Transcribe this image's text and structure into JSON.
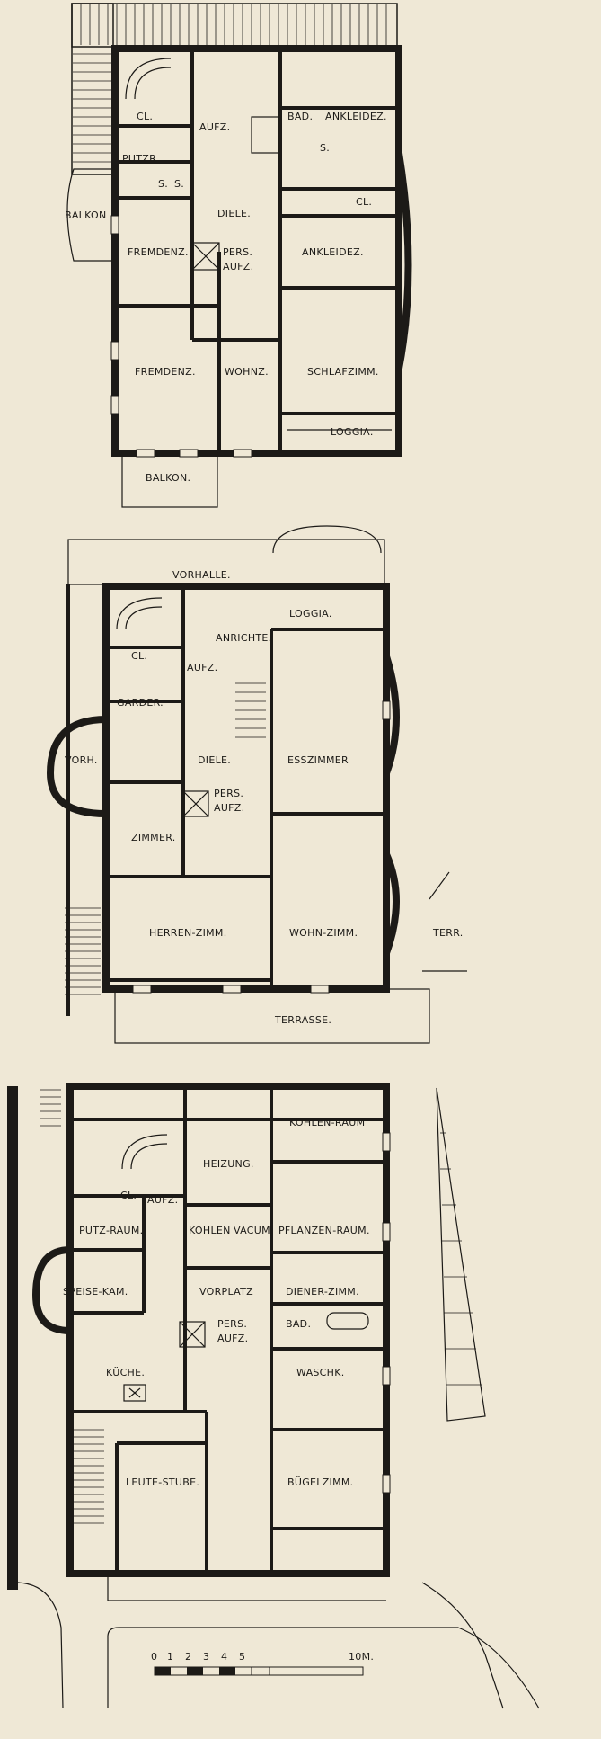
{
  "upper_floor": {
    "rooms": {
      "cl_1": "CL.",
      "aufz": "AUFZ.",
      "bad": "BAD.",
      "ankleidez_1": "ANKLEIDEZ.",
      "putzr": "PUTZR.",
      "s_1": "S.",
      "s_2": "S.",
      "s_3": "S.",
      "balkon_side": "BALKON",
      "diele": "DIELE.",
      "cl_2": "CL.",
      "fremdenz_1": "FREMDENZ.",
      "pers": "PERS.",
      "pers_aufz": "AUFZ.",
      "ankleidez_2": "ANKLEIDEZ.",
      "fremdenz_2": "FREMDENZ.",
      "wohnz": "WOHNZ.",
      "schlafzimm": "SCHLAFZIMM.",
      "loggia": "LOGGIA.",
      "balkon": "BALKON."
    }
  },
  "ground_floor": {
    "rooms": {
      "vorhalle": "VORHALLE.",
      "loggia": "LOGGIA.",
      "cl": "CL.",
      "aufz": "AUFZ.",
      "anrichte": "ANRICHTE.",
      "garder": "GARDER.",
      "vorh": "VORH.",
      "diele": "DIELE.",
      "esszimmer": "ESSZIMMER",
      "pers": "PERS.",
      "pers_aufz": "AUFZ.",
      "zimmer": "ZIMMER.",
      "herren_zimm": "HERREN-ZIMM.",
      "wohn_zimm": "WOHN-ZIMM.",
      "terr": "TERR.",
      "terrasse": "TERRASSE."
    }
  },
  "basement": {
    "rooms": {
      "kohlen_raum": "KOHLEN-RAUM",
      "heizung": "HEIZUNG.",
      "cl": "CL.",
      "aufz": "AUFZ.",
      "putz_raum": "PUTZ-RAUM.",
      "kohlen": "KOHLEN",
      "vacum": "VACUM.",
      "pflanzen_raum": "PFLANZEN-RAUM.",
      "speise_kam": "SPEISE-KAM.",
      "vorplatz": "VORPLATZ",
      "diener_zimm": "DIENER-ZIMM.",
      "bad": "BAD.",
      "pers": "PERS.",
      "pers_aufz": "AUFZ.",
      "waschk": "WASCHK.",
      "kueche": "KÜCHE.",
      "leute_stube": "LEUTE-STUBE.",
      "buegelzimm": "BÜGELZIMM."
    }
  },
  "scale_bar": {
    "ticks": [
      "0",
      "1",
      "2",
      "3",
      "4",
      "5"
    ],
    "end_label": "10M."
  }
}
